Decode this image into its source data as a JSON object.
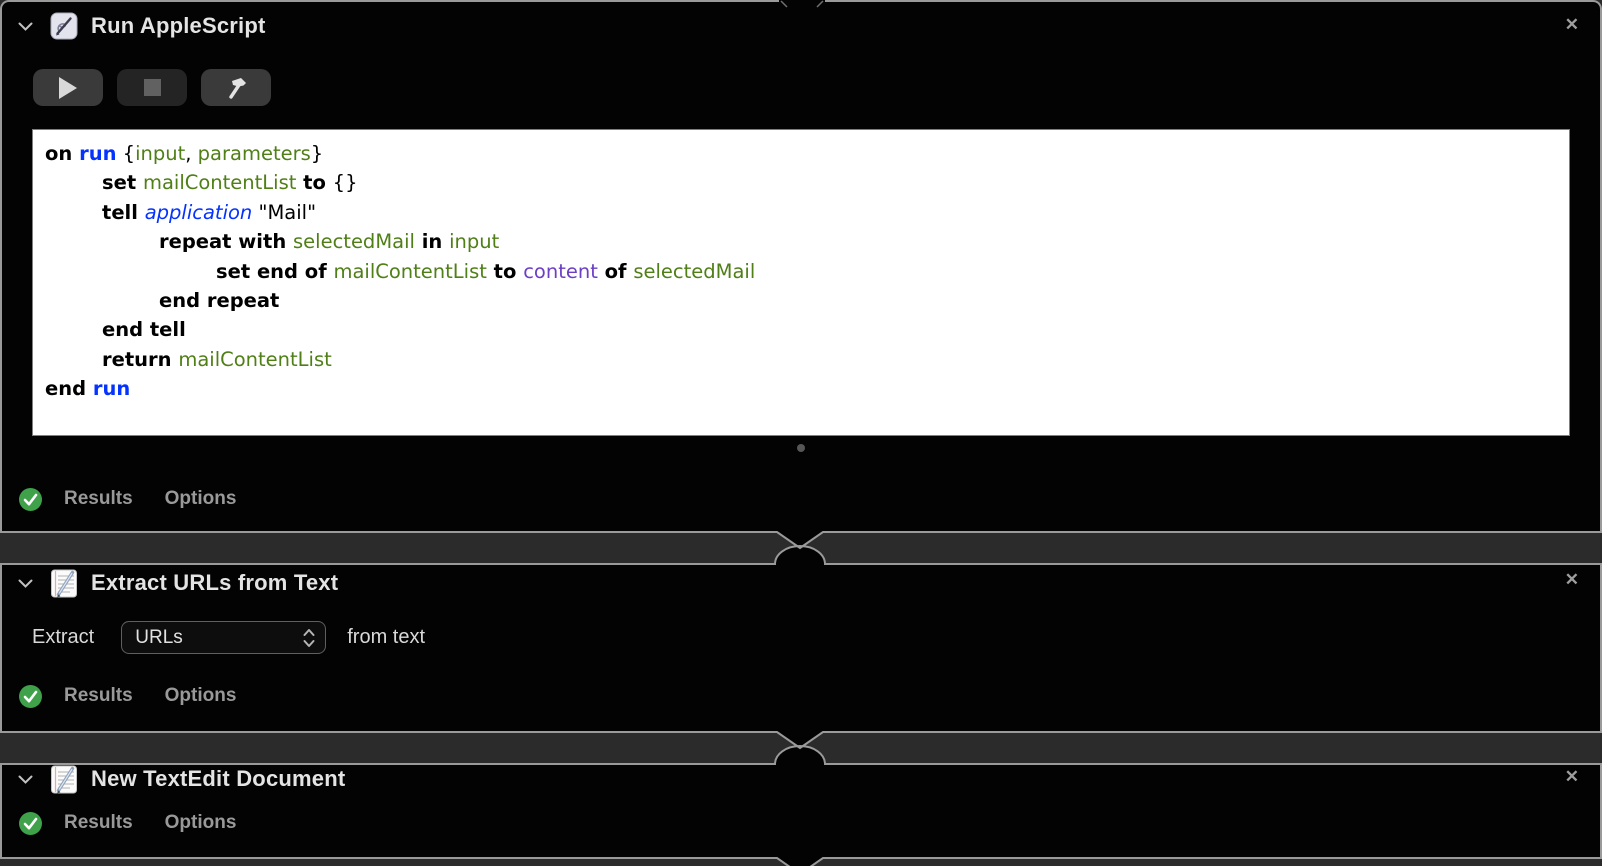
{
  "actions": [
    {
      "title": "Run AppleScript",
      "close_label": "✕",
      "results_label": "Results",
      "options_label": "Options"
    },
    {
      "title": "Extract URLs from Text",
      "close_label": "✕",
      "extract_label": "Extract",
      "popup_value": "URLs",
      "popup_suffix": "from text",
      "results_label": "Results",
      "options_label": "Options"
    },
    {
      "title": "New TextEdit Document",
      "close_label": "✕",
      "results_label": "Results",
      "options_label": "Options"
    }
  ],
  "code": {
    "lines": [
      {
        "indent": 0,
        "tokens": [
          {
            "t": "on ",
            "c": "kw"
          },
          {
            "t": "run",
            "c": "cmd"
          },
          {
            "t": " {",
            "c": "pl"
          },
          {
            "t": "input",
            "c": "var"
          },
          {
            "t": ", ",
            "c": "pl"
          },
          {
            "t": "parameters",
            "c": "var"
          },
          {
            "t": "}",
            "c": "pl"
          }
        ]
      },
      {
        "indent": 1,
        "tokens": [
          {
            "t": "set ",
            "c": "kw"
          },
          {
            "t": "mailContentList",
            "c": "var"
          },
          {
            "t": " to ",
            "c": "kw"
          },
          {
            "t": "{}",
            "c": "pl"
          }
        ]
      },
      {
        "indent": 1,
        "tokens": [
          {
            "t": "tell ",
            "c": "kw"
          },
          {
            "t": "application",
            "c": "cls"
          },
          {
            "t": " \"Mail\"",
            "c": "pl"
          }
        ]
      },
      {
        "indent": 2,
        "tokens": [
          {
            "t": "repeat with ",
            "c": "kw"
          },
          {
            "t": "selectedMail",
            "c": "var"
          },
          {
            "t": " in ",
            "c": "kw"
          },
          {
            "t": "input",
            "c": "var"
          }
        ]
      },
      {
        "indent": 3,
        "tokens": [
          {
            "t": "set end of ",
            "c": "kw"
          },
          {
            "t": "mailContentList",
            "c": "var"
          },
          {
            "t": " to ",
            "c": "kw"
          },
          {
            "t": "content",
            "c": "prop"
          },
          {
            "t": " of ",
            "c": "kw"
          },
          {
            "t": "selectedMail",
            "c": "var"
          }
        ]
      },
      {
        "indent": 2,
        "tokens": [
          {
            "t": "end repeat",
            "c": "kw"
          }
        ]
      },
      {
        "indent": 1,
        "tokens": [
          {
            "t": "end tell",
            "c": "kw"
          }
        ]
      },
      {
        "indent": 1,
        "tokens": [
          {
            "t": "return ",
            "c": "kw"
          },
          {
            "t": "mailContentList",
            "c": "var"
          }
        ]
      },
      {
        "indent": 0,
        "tokens": [
          {
            "t": "end ",
            "c": "kw"
          },
          {
            "t": "run",
            "c": "cmd"
          }
        ]
      }
    ]
  },
  "colors": {
    "keyword_black": "#000000",
    "command_blue": "#0433ff",
    "variable_green": "#4f7f16",
    "property_purple": "#6c3fc5",
    "checkmark_green": "#3fa24a",
    "card_border_gray": "#9a9a9a",
    "canvas_gray": "#2b2b2b"
  }
}
